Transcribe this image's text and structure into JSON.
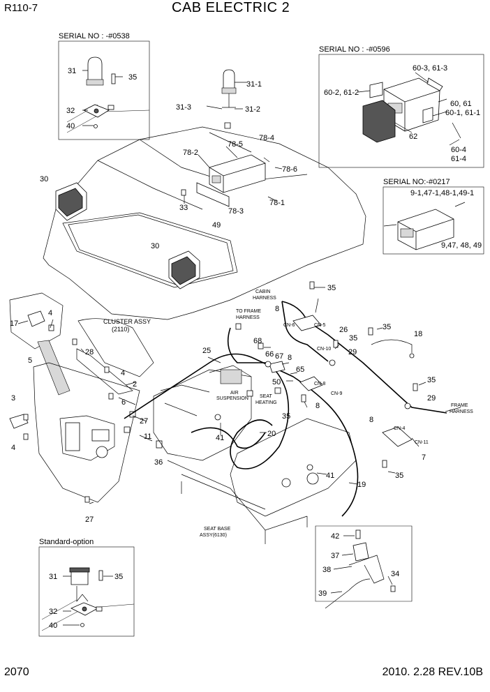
{
  "header": {
    "model_code": "R110-7",
    "title": "CAB ELECTRIC 2"
  },
  "footer": {
    "page_number": "2070",
    "revision": "2010. 2.28  REV.10B"
  },
  "detail_boxes": {
    "top_left_serial": "SERIAL NO : -#0538",
    "top_right_serial": "SERIAL NO : -#0596",
    "middle_right_serial": "SERIAL NO:-#0217",
    "bottom_left_option": "Standard-option"
  },
  "annotations": {
    "cluster_assy": "CLUSTER ASSY",
    "cluster_assy_ref": "(2110)",
    "cabin_harness_1": "CABIN",
    "cabin_harness_2": "HARNESS",
    "to_frame_harness_1": "TO FRAME",
    "to_frame_harness_2": "HARNESS",
    "frame_harness_1": "FRAME",
    "frame_harness_2": "HARNESS",
    "air_suspension_1": "AIR",
    "air_suspension_2": "SUSPENSION",
    "seat_heating_1": "SEAT",
    "seat_heating_2": "HEATING",
    "seat_base_1": "SEAT BASE",
    "seat_base_2": "ASSY(6130)"
  },
  "connectors": {
    "cn4": "CN-4",
    "cn5": "CN-5",
    "cn6": "CN-6",
    "cn8": "CN-8",
    "cn9": "CN-9",
    "cn10": "CN-10",
    "cn11": "CN-11"
  },
  "callouts": {
    "c31_tl": "31",
    "c35_tl": "35",
    "c32_tl": "32",
    "c40_tl": "40",
    "c31_1": "31-1",
    "c31_3": "31-3",
    "c31_2": "31-2",
    "c78_4": "78-4",
    "c78_5": "78-5",
    "c78_2": "78-2",
    "c78_6": "78-6",
    "c78_1": "78-1",
    "c78_3": "78-3",
    "c49": "49",
    "c33": "33",
    "c30_a": "30",
    "c30_b": "30",
    "c60_3": "60-3, 61-3",
    "c60_2": "60-2, 61-2",
    "c60_61": "60, 61",
    "c60_1": "60-1, 61-1",
    "c62": "62",
    "c60_4": "60-4",
    "c61_4": "61-4",
    "c9_1": "9-1,47-1,48-1,49-1",
    "c9_47": "9,47, 48, 49",
    "c4_a": "4",
    "c17": "17",
    "c28": "28",
    "c5": "5",
    "c4_b": "4",
    "c2": "2",
    "c6": "6",
    "c3": "3",
    "c4_c": "4",
    "c27_a": "27",
    "c27_b": "27",
    "c11": "11",
    "c36": "36",
    "c25": "25",
    "c35_a": "35",
    "c8_a": "8",
    "c26": "26",
    "c35_b": "35",
    "c35_c": "35",
    "c18": "18",
    "c68": "68",
    "c66": "66",
    "c67": "67",
    "c8_b": "8",
    "c29_a": "29",
    "c65": "65",
    "c50": "50",
    "c8_c": "8",
    "c35_d": "35",
    "c35_e": "35",
    "c29_b": "29",
    "c8_d": "8",
    "c7": "7",
    "c35_f": "35",
    "c41_a": "41",
    "c20": "20",
    "c41_b": "41",
    "c19": "19",
    "c42": "42",
    "c37": "37",
    "c38": "38",
    "c34": "34",
    "c39": "39",
    "c31_b": "31",
    "c35_g": "35",
    "c32_b": "32",
    "c40_b": "40"
  }
}
